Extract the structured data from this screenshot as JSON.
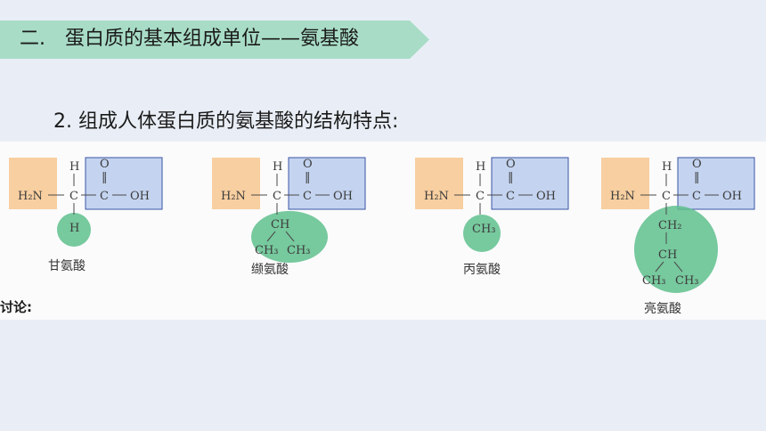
{
  "section": {
    "number": "二.",
    "title": "蛋白质的基本组成单位——氨基酸"
  },
  "subtitle": "2. 组成人体蛋白质的氨基酸的结构特点:",
  "discussion_label": "讨论:",
  "atoms": {
    "h": "H",
    "o": "O",
    "c": "C",
    "nh2": "H₂N",
    "oh": "OH",
    "ch": "CH",
    "ch2": "CH₂",
    "ch3": "CH₃",
    "double": "‖"
  },
  "amino_acids": [
    {
      "id": "glycine",
      "name": "甘氨酸"
    },
    {
      "id": "valine",
      "name": "缬氨酸"
    },
    {
      "id": "alanine",
      "name": "丙氨酸"
    },
    {
      "id": "leucine",
      "name": "亮氨酸"
    }
  ],
  "colors": {
    "banner": "#a8dcc6",
    "amino_box": "#f8cfa0",
    "carboxyl_box": "#c4d4f0",
    "carboxyl_border": "#3a55a4",
    "r_group": "#5fbf8d"
  }
}
